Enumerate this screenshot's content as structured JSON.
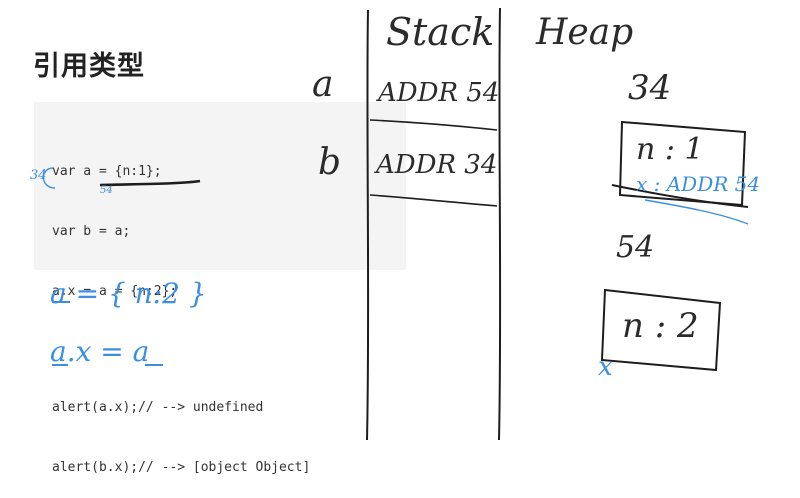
{
  "slide": {
    "title": "引用类型"
  },
  "code": {
    "lines": [
      "var a = {n:1};",
      "var b = a;",
      "a.x = a = {n:2};",
      "",
      "alert(a.x);// --> undefined",
      "alert(b.x);// --> [object Object]"
    ]
  },
  "annotations": {
    "left_note_34": "34",
    "under_note_54": "54",
    "label_a": "a",
    "label_b": "b",
    "blue_line_1": "a = { n:2 }",
    "blue_line_2": "a.x = a"
  },
  "diagram": {
    "stack_header": "Stack",
    "heap_header": "Heap",
    "stack_cell_a": "ADDR 54",
    "stack_cell_b": "ADDR 34",
    "heap_obj1_addr": "34",
    "heap_obj1_prop": "n : 1",
    "heap_obj1_prop2": "x : ADDR 54",
    "heap_obj2_addr": "54",
    "heap_obj2_prop": "n : 2",
    "heap_obj2_mark": "x"
  }
}
